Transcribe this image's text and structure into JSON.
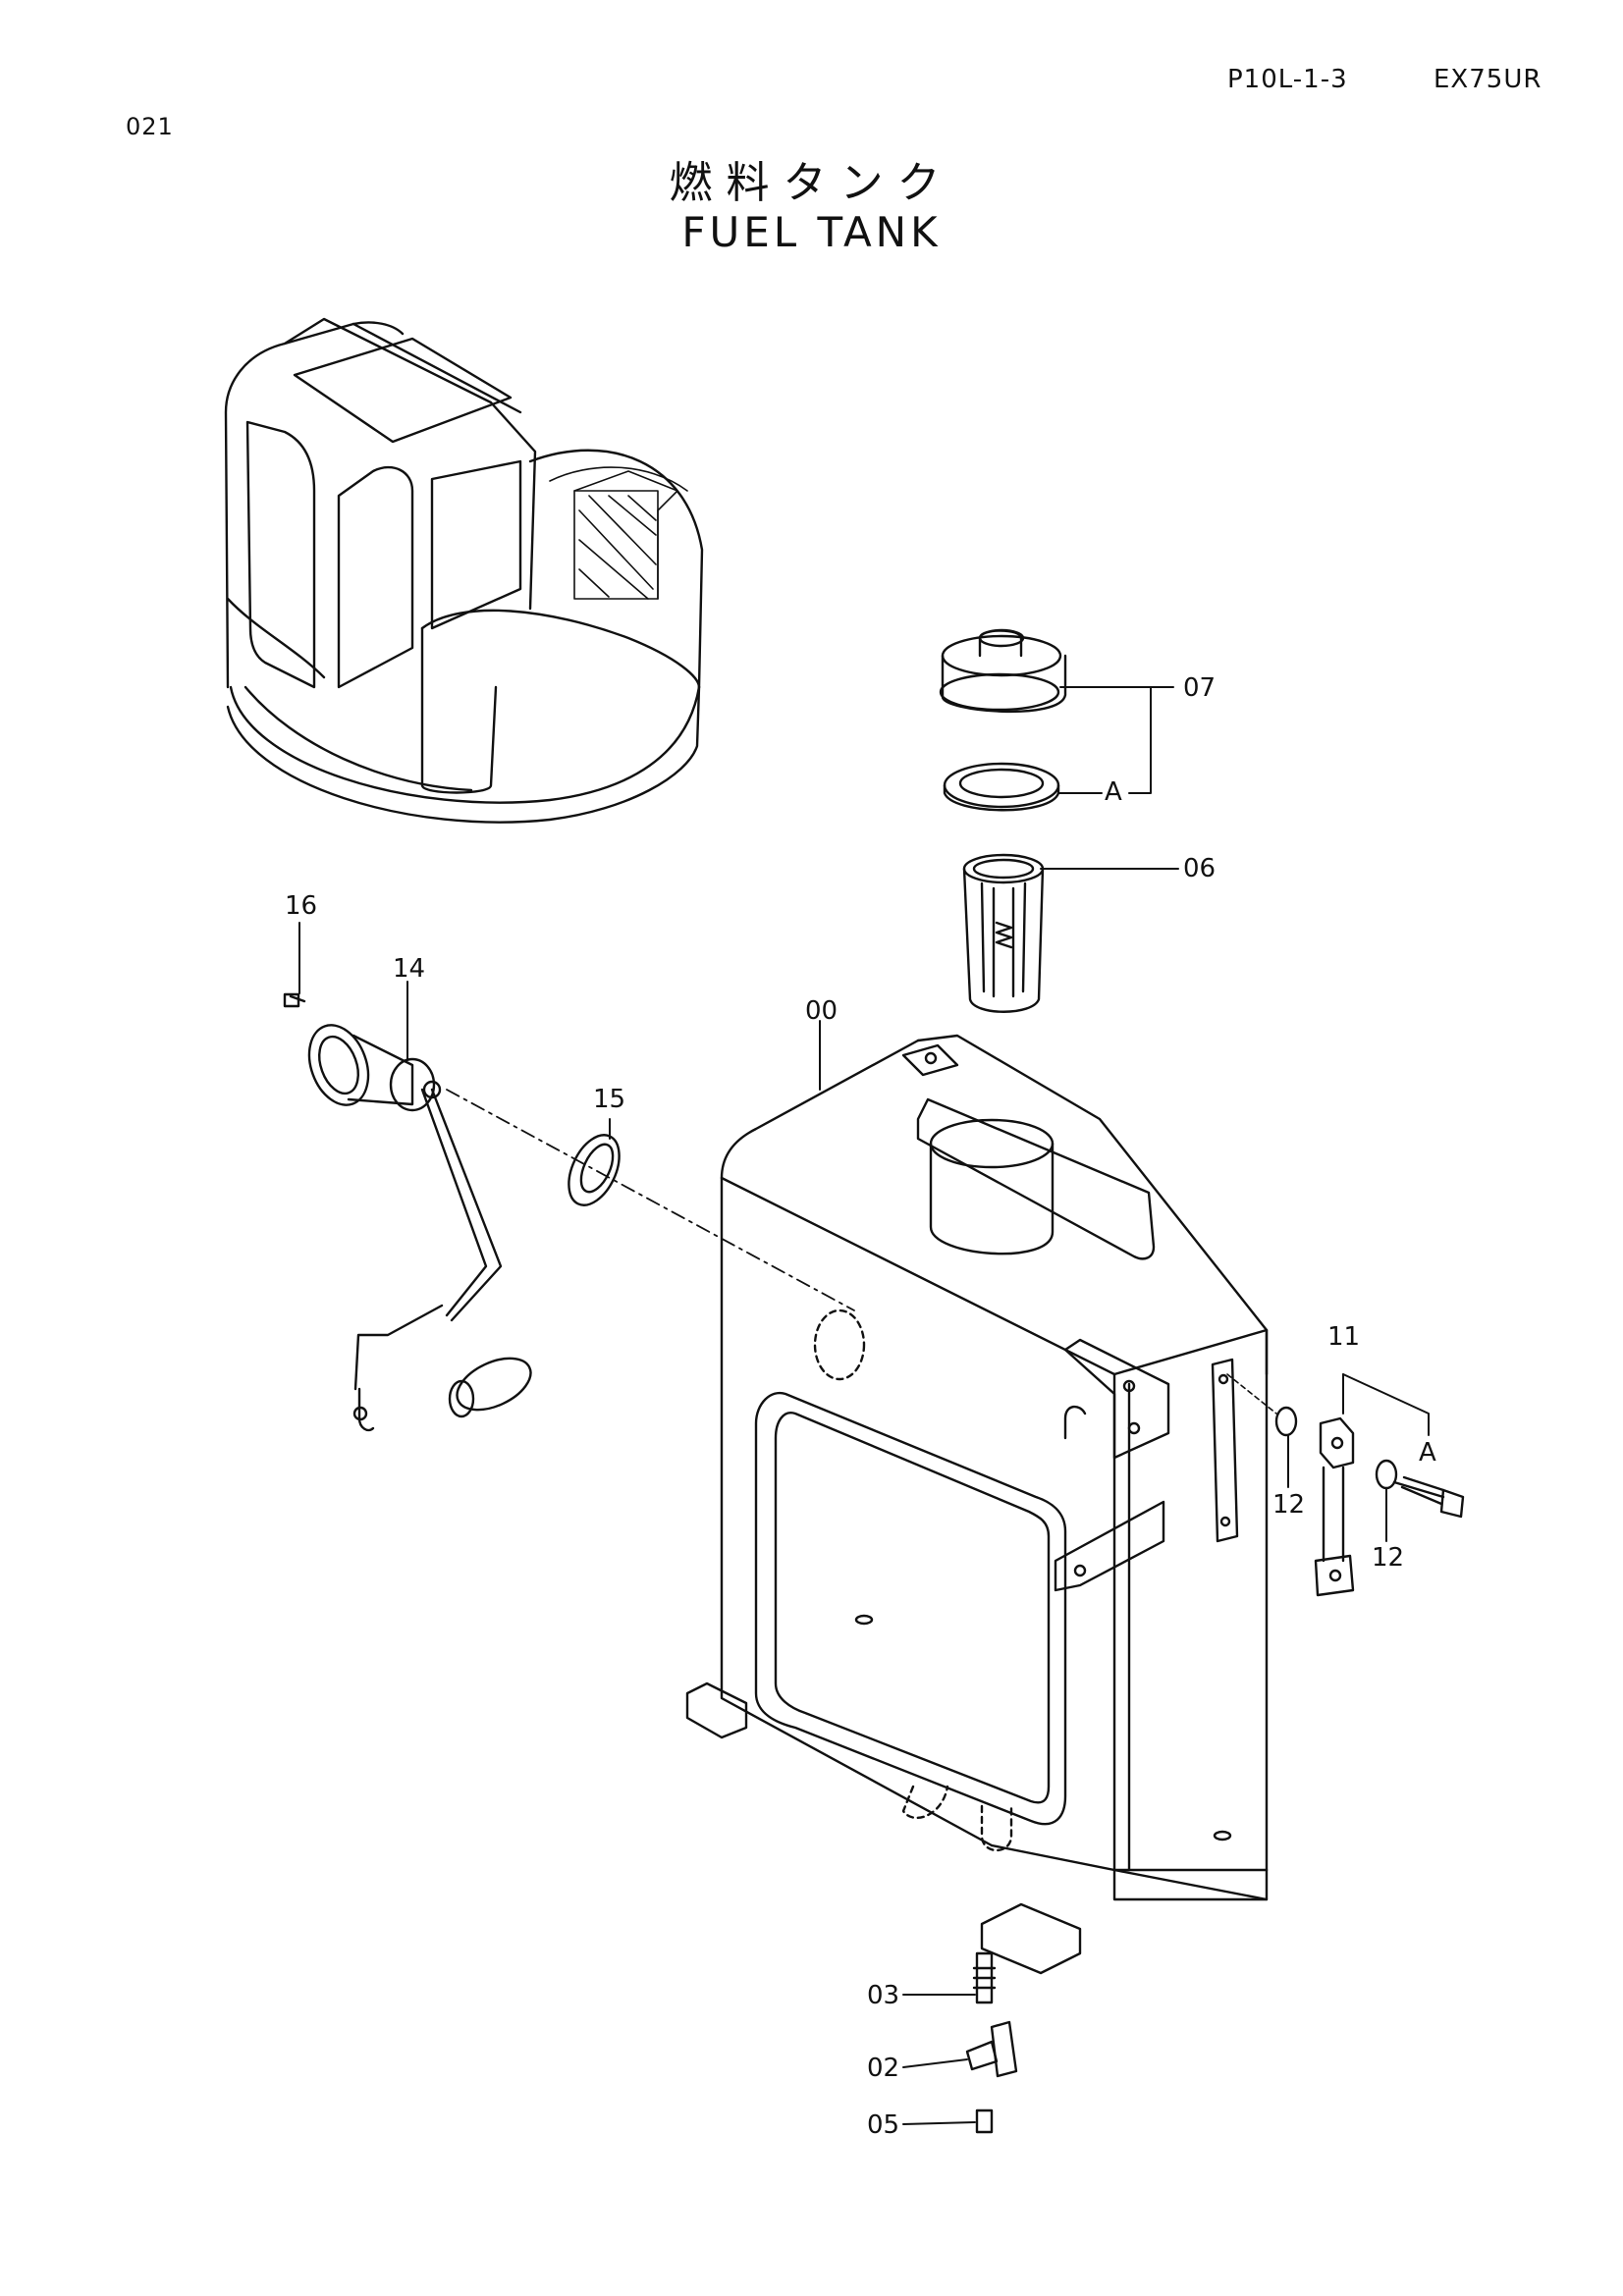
{
  "header": {
    "page_number": "021",
    "reference_code": "P10L-1-3",
    "model": "EX75UR"
  },
  "title": {
    "japanese": "燃料タンク",
    "english": "FUEL TANK"
  },
  "callouts": {
    "p00": "00",
    "p02": "02",
    "p03": "03",
    "p05": "05",
    "p06": "06",
    "p07": "07",
    "p11": "11",
    "p12a": "12",
    "p12b": "12",
    "p14": "14",
    "p15": "15",
    "p16": "16",
    "a1": "A",
    "a2": "A"
  }
}
